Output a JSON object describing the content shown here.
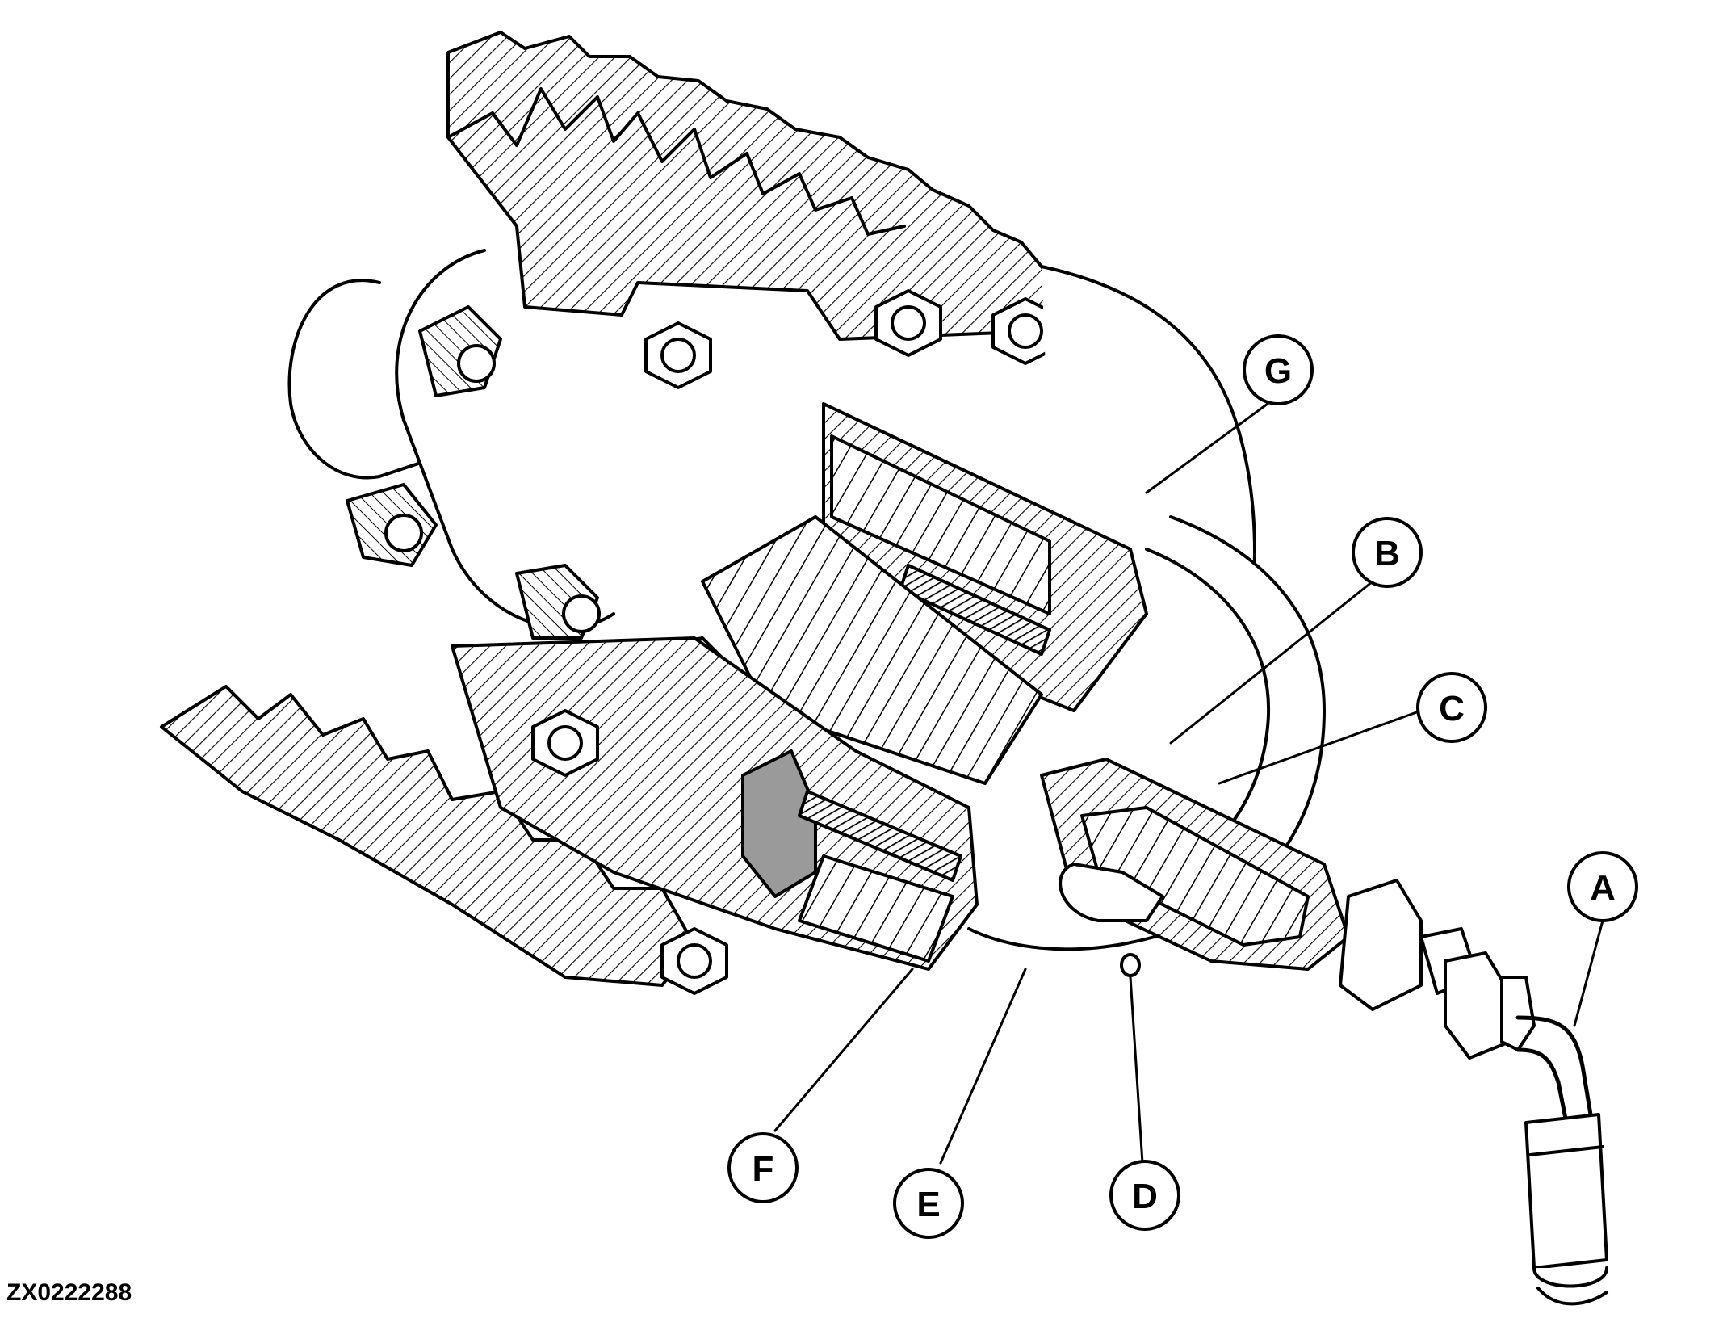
{
  "figure": {
    "figure_code": "ZX0222288",
    "colors": {
      "ink": "#000000",
      "paper": "#ffffff",
      "shade": "#9a9a9a"
    },
    "callouts": [
      {
        "id": "A",
        "label": "A"
      },
      {
        "id": "B",
        "label": "B"
      },
      {
        "id": "C",
        "label": "C"
      },
      {
        "id": "D",
        "label": "D"
      },
      {
        "id": "E",
        "label": "E"
      },
      {
        "id": "F",
        "label": "F"
      },
      {
        "id": "G",
        "label": "G"
      }
    ]
  }
}
